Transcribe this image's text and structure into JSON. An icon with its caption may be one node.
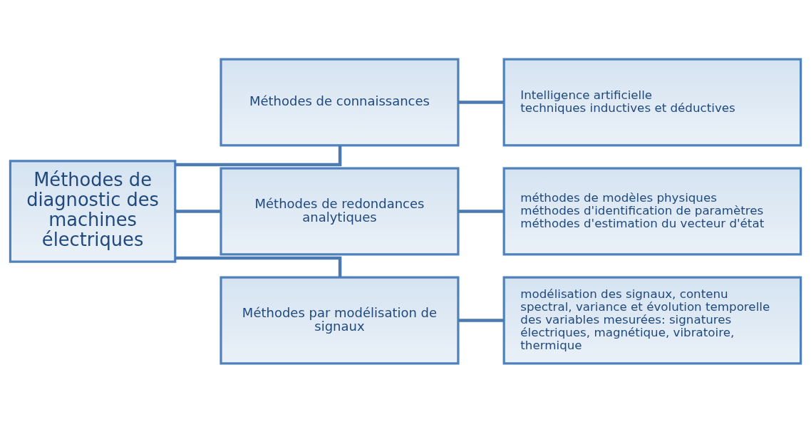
{
  "diagram": {
    "nodes": [
      {
        "text": [
          "Méthodes de diagnostic des machines électriques"
        ]
      },
      {
        "text": [
          "Méthodes de connaissances"
        ]
      },
      {
        "text": [
          "Méthodes de redondances analytiques"
        ]
      },
      {
        "text": [
          "Méthodes par modélisation de signaux"
        ]
      },
      {
        "text": [
          "Intelligence artificielle",
          "techniques inductives et déductives"
        ]
      },
      {
        "text": [
          "méthodes de modèles physiques",
          "méthodes d'identification de paramètres",
          "méthodes d'estimation du vecteur d'état"
        ]
      },
      {
        "text": [
          "modélisation des signaux, contenu spectral, variance et évolution temporelle des variables mesurées: signatures électriques, magnétique, vibratoire, thermique"
        ]
      }
    ],
    "edges": [
      {
        "from": 0,
        "to": 1,
        "arrow": "none"
      },
      {
        "from": 0,
        "to": 2,
        "arrow": "none"
      },
      {
        "from": 0,
        "to": 3,
        "arrow": "none"
      },
      {
        "from": 1,
        "to": 4,
        "arrow": "none"
      },
      {
        "from": 2,
        "to": 5,
        "arrow": "none"
      },
      {
        "from": 3,
        "to": 6,
        "arrow": "none"
      }
    ]
  }
}
